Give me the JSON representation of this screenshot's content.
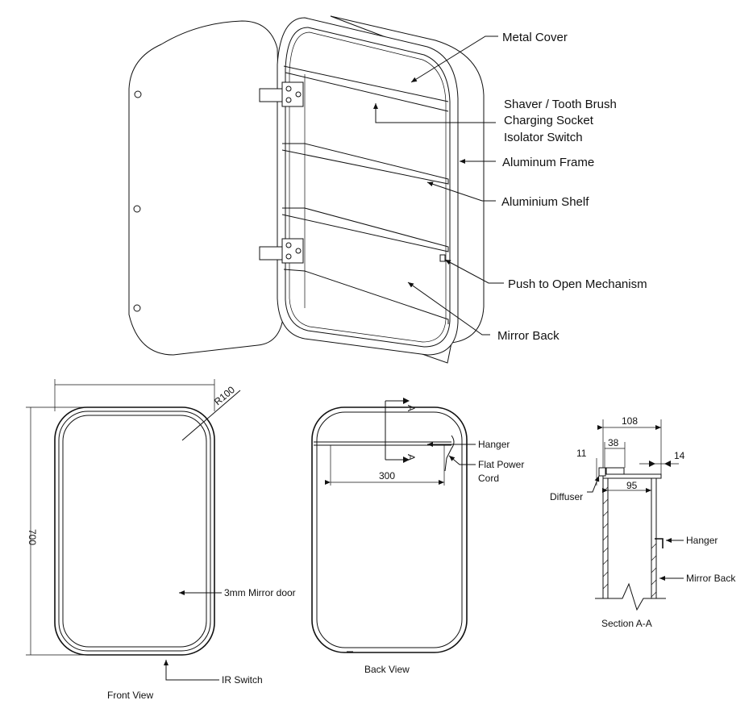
{
  "iso_labels": {
    "metal_cover": "Metal Cover",
    "shaver_line1": "Shaver / Tooth Brush",
    "shaver_line2": "Charging Socket",
    "shaver_line3": "Isolator Switch",
    "aluminum_frame": "Aluminum Frame",
    "aluminium_shelf": "Aluminium Shelf",
    "push_to_open": "Push to Open Mechanism",
    "mirror_back": "Mirror Back"
  },
  "front_view": {
    "radius": "R100",
    "height_dim": "700",
    "mirror_door": "3mm Mirror door",
    "ir_switch": "IR Switch",
    "caption": "Front View"
  },
  "back_view": {
    "section_mark_top": "A",
    "section_mark_bottom": "A",
    "hanger": "Hanger",
    "flat_power_cord_1": "Flat Power",
    "flat_power_cord_2": "Cord",
    "dim_300": "300",
    "caption": "Back View"
  },
  "section": {
    "dim_108": "108",
    "dim_38": "38",
    "dim_11": "11",
    "dim_14": "14",
    "dim_95": "95",
    "diffuser": "Diffuser",
    "hanger": "Hanger",
    "mirror_back": "Mirror Back",
    "caption": "Section A-A"
  }
}
